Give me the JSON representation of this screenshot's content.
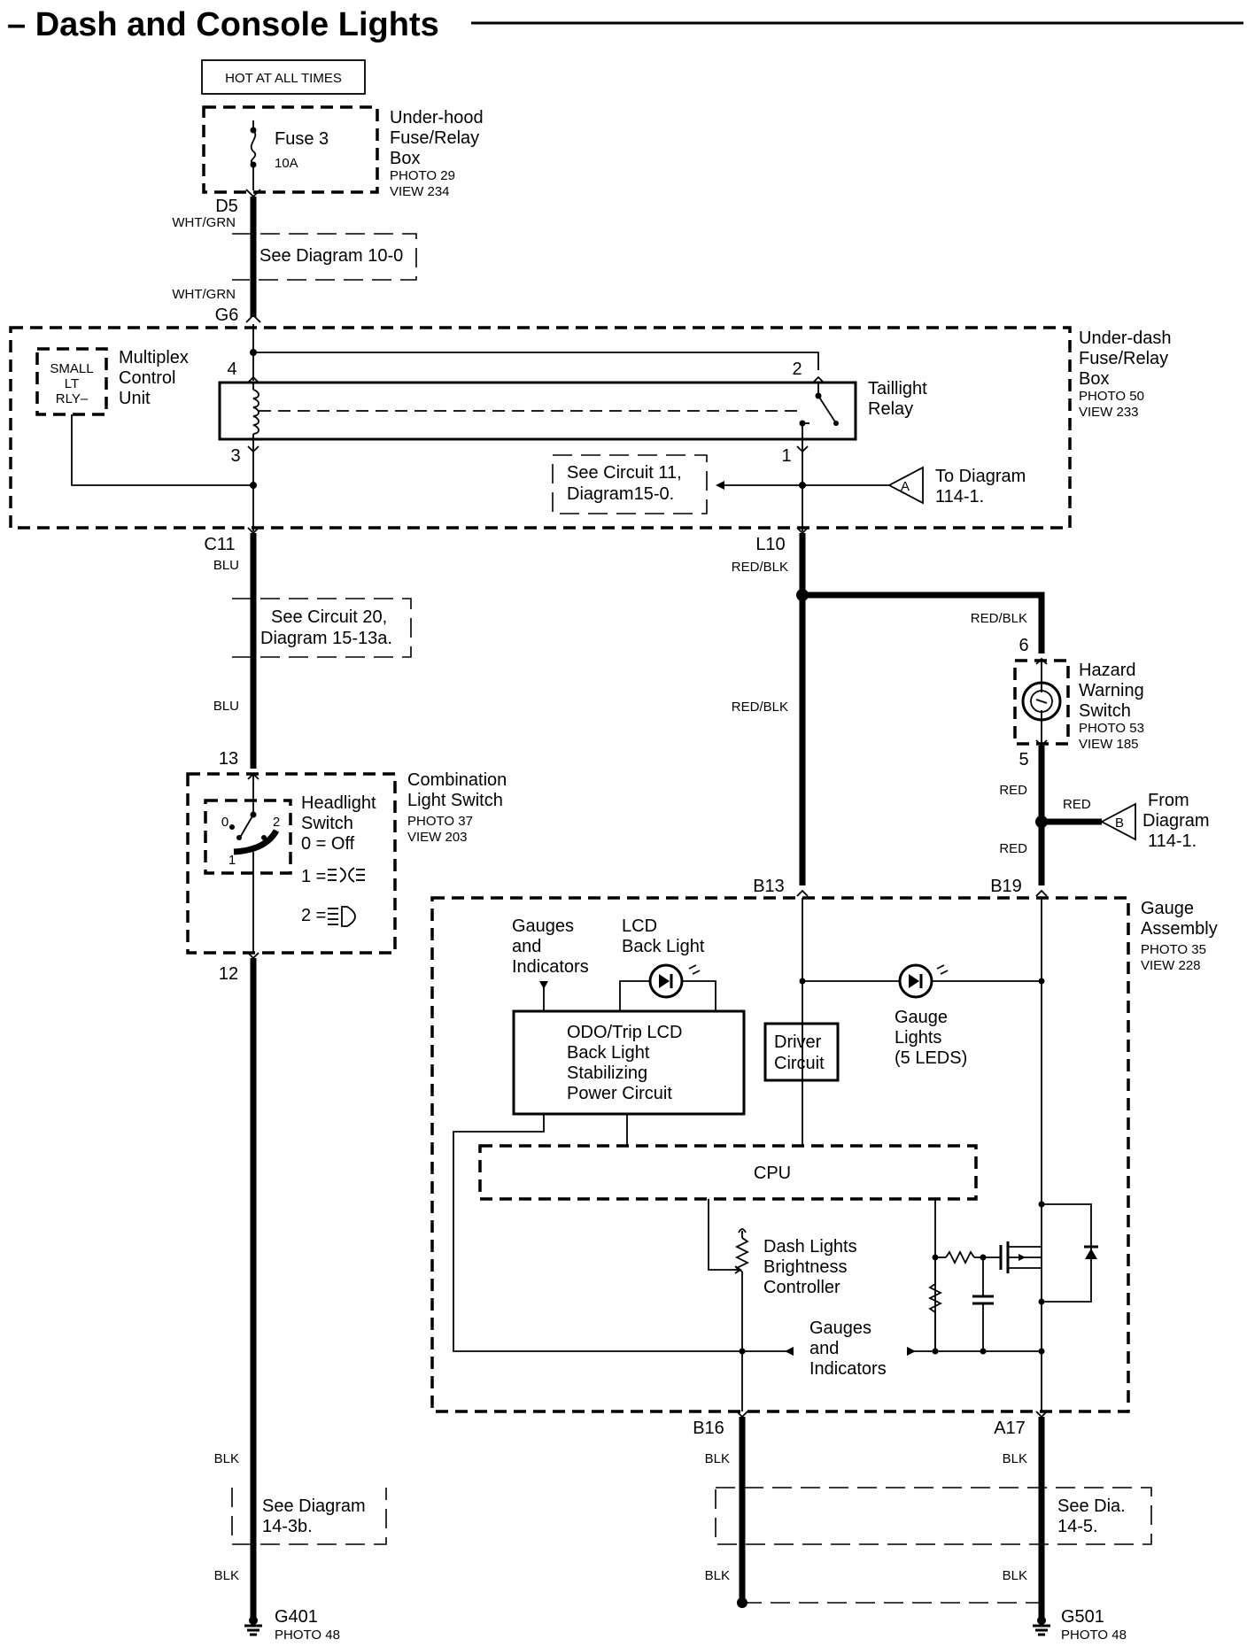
{
  "title": "– Dash and Console Lights",
  "hot_label": "HOT AT ALL TIMES",
  "underhood_box": {
    "name_lines": [
      "Under-hood",
      "Fuse/Relay",
      "Box"
    ],
    "photo": "PHOTO 29",
    "view": "VIEW 234",
    "fuse_label": "Fuse 3",
    "fuse_rating": "10A"
  },
  "wire_colors": {
    "wht_grn": "WHT/GRN",
    "blu": "BLU",
    "red_blk": "RED/BLK",
    "red": "RED",
    "blk": "BLK"
  },
  "connectors": {
    "d5": "D5",
    "g6": "G6",
    "c11": "C11",
    "l10": "L10",
    "b13": "B13",
    "b19": "B19",
    "b16": "B16",
    "a17": "A17"
  },
  "pins": {
    "p4": "4",
    "p2": "2",
    "p3": "3",
    "p1": "1",
    "p6": "6",
    "p5": "5",
    "p13": "13",
    "p12": "12"
  },
  "refs": {
    "diag_10_0": "See Diagram 10-0",
    "circuit11": [
      "See Circuit 11,",
      "Diagram15-0."
    ],
    "circuit20": [
      "See Circuit 20,",
      "Diagram 15-13a."
    ],
    "diag_14_3b": [
      "See Diagram",
      "14-3b."
    ],
    "dia_14_5": [
      "See Dia.",
      "14-5."
    ],
    "to_diagram": [
      "To Diagram",
      "114-1."
    ],
    "from_diagram": [
      "From",
      "Diagram",
      "114-1."
    ],
    "connector_a": "A",
    "connector_b": "B"
  },
  "underdash_box": {
    "name_lines": [
      "Under-dash",
      "Fuse/Relay",
      "Box"
    ],
    "photo": "PHOTO 50",
    "view": "VIEW 233"
  },
  "mcu": {
    "inner_lines": [
      "SMALL",
      "LT",
      "RLY–"
    ],
    "name_lines": [
      "Multiplex",
      "Control",
      "Unit"
    ]
  },
  "taillight_relay": [
    "Taillight",
    "Relay"
  ],
  "hazard_switch": {
    "name_lines": [
      "Hazard",
      "Warning",
      "Switch"
    ],
    "photo": "PHOTO 53",
    "view": "VIEW 185"
  },
  "combination_switch": {
    "name_lines": [
      "Combination",
      "Light Switch"
    ],
    "photo": "PHOTO 37",
    "view": "VIEW 203",
    "headlight_lines": [
      "Headlight",
      "Switch",
      "0 = Off"
    ],
    "pos1": "1 =",
    "pos2": "2 =",
    "sw_pos_0": "0",
    "sw_pos_1": "1",
    "sw_pos_2": "2"
  },
  "gauge_assembly": {
    "name_lines": [
      "Gauge",
      "Assembly"
    ],
    "photo": "PHOTO 35",
    "view": "VIEW 228",
    "gauges_top": [
      "Gauges",
      "and",
      "Indicators"
    ],
    "lcd_backlight": [
      "LCD",
      "Back Light"
    ],
    "odo_box": [
      "ODO/Trip LCD",
      "Back Light",
      "Stabilizing",
      "Power Circuit"
    ],
    "driver_box": [
      "Driver",
      "Circuit"
    ],
    "gauge_lights": [
      "Gauge",
      "Lights",
      "(5 LEDS)"
    ],
    "cpu": "CPU",
    "dimmer": [
      "Dash Lights",
      "Brightness",
      "Controller"
    ],
    "gauges_bottom": [
      "Gauges",
      "and",
      "Indicators"
    ]
  },
  "grounds": {
    "g401": "G401",
    "g501": "G501",
    "photo": "PHOTO 48"
  },
  "colors": {
    "line": "#000000",
    "background": "#ffffff"
  }
}
